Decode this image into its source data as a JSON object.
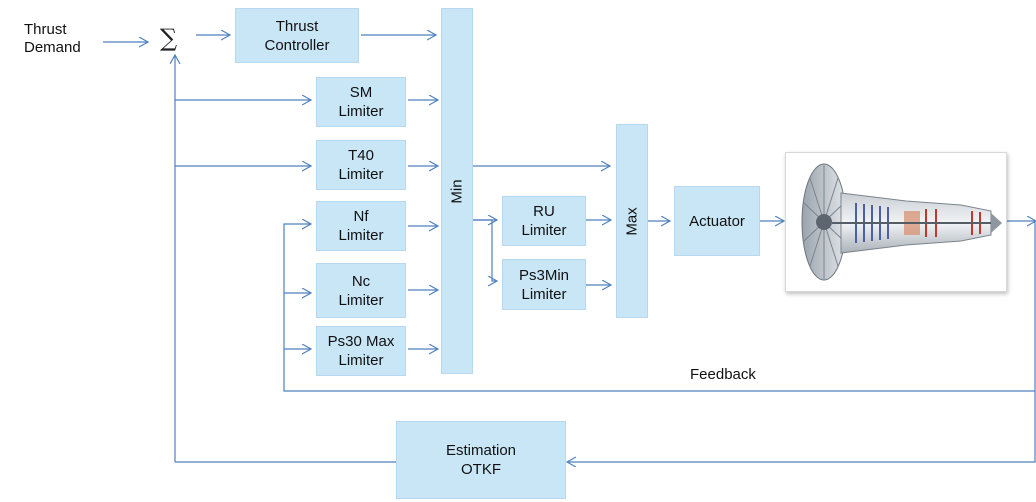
{
  "inputs": {
    "thrust_demand": "Thrust\nDemand"
  },
  "summing_junction": {
    "symbol": "∑"
  },
  "blocks": {
    "thrust_controller": "Thrust\nController",
    "sm_limiter": "SM\nLimiter",
    "t40_limiter": "T40\nLimiter",
    "nf_limiter": "Nf\nLimiter",
    "nc_limiter": "Nc\nLimiter",
    "ps30_max_limiter": "Ps30 Max\nLimiter",
    "min": "Min",
    "ru_limiter": "RU\nLimiter",
    "ps3min_limiter": "Ps3Min\nLimiter",
    "max": "Max",
    "actuator": "Actuator",
    "estimation": "Estimation\nOTKF"
  },
  "labels": {
    "feedback": "Feedback"
  },
  "colors": {
    "block_fill": "#c9e6f7",
    "arrow": "#4f81bd"
  },
  "icons": {
    "engine": "turbofan-engine-cutaway"
  }
}
